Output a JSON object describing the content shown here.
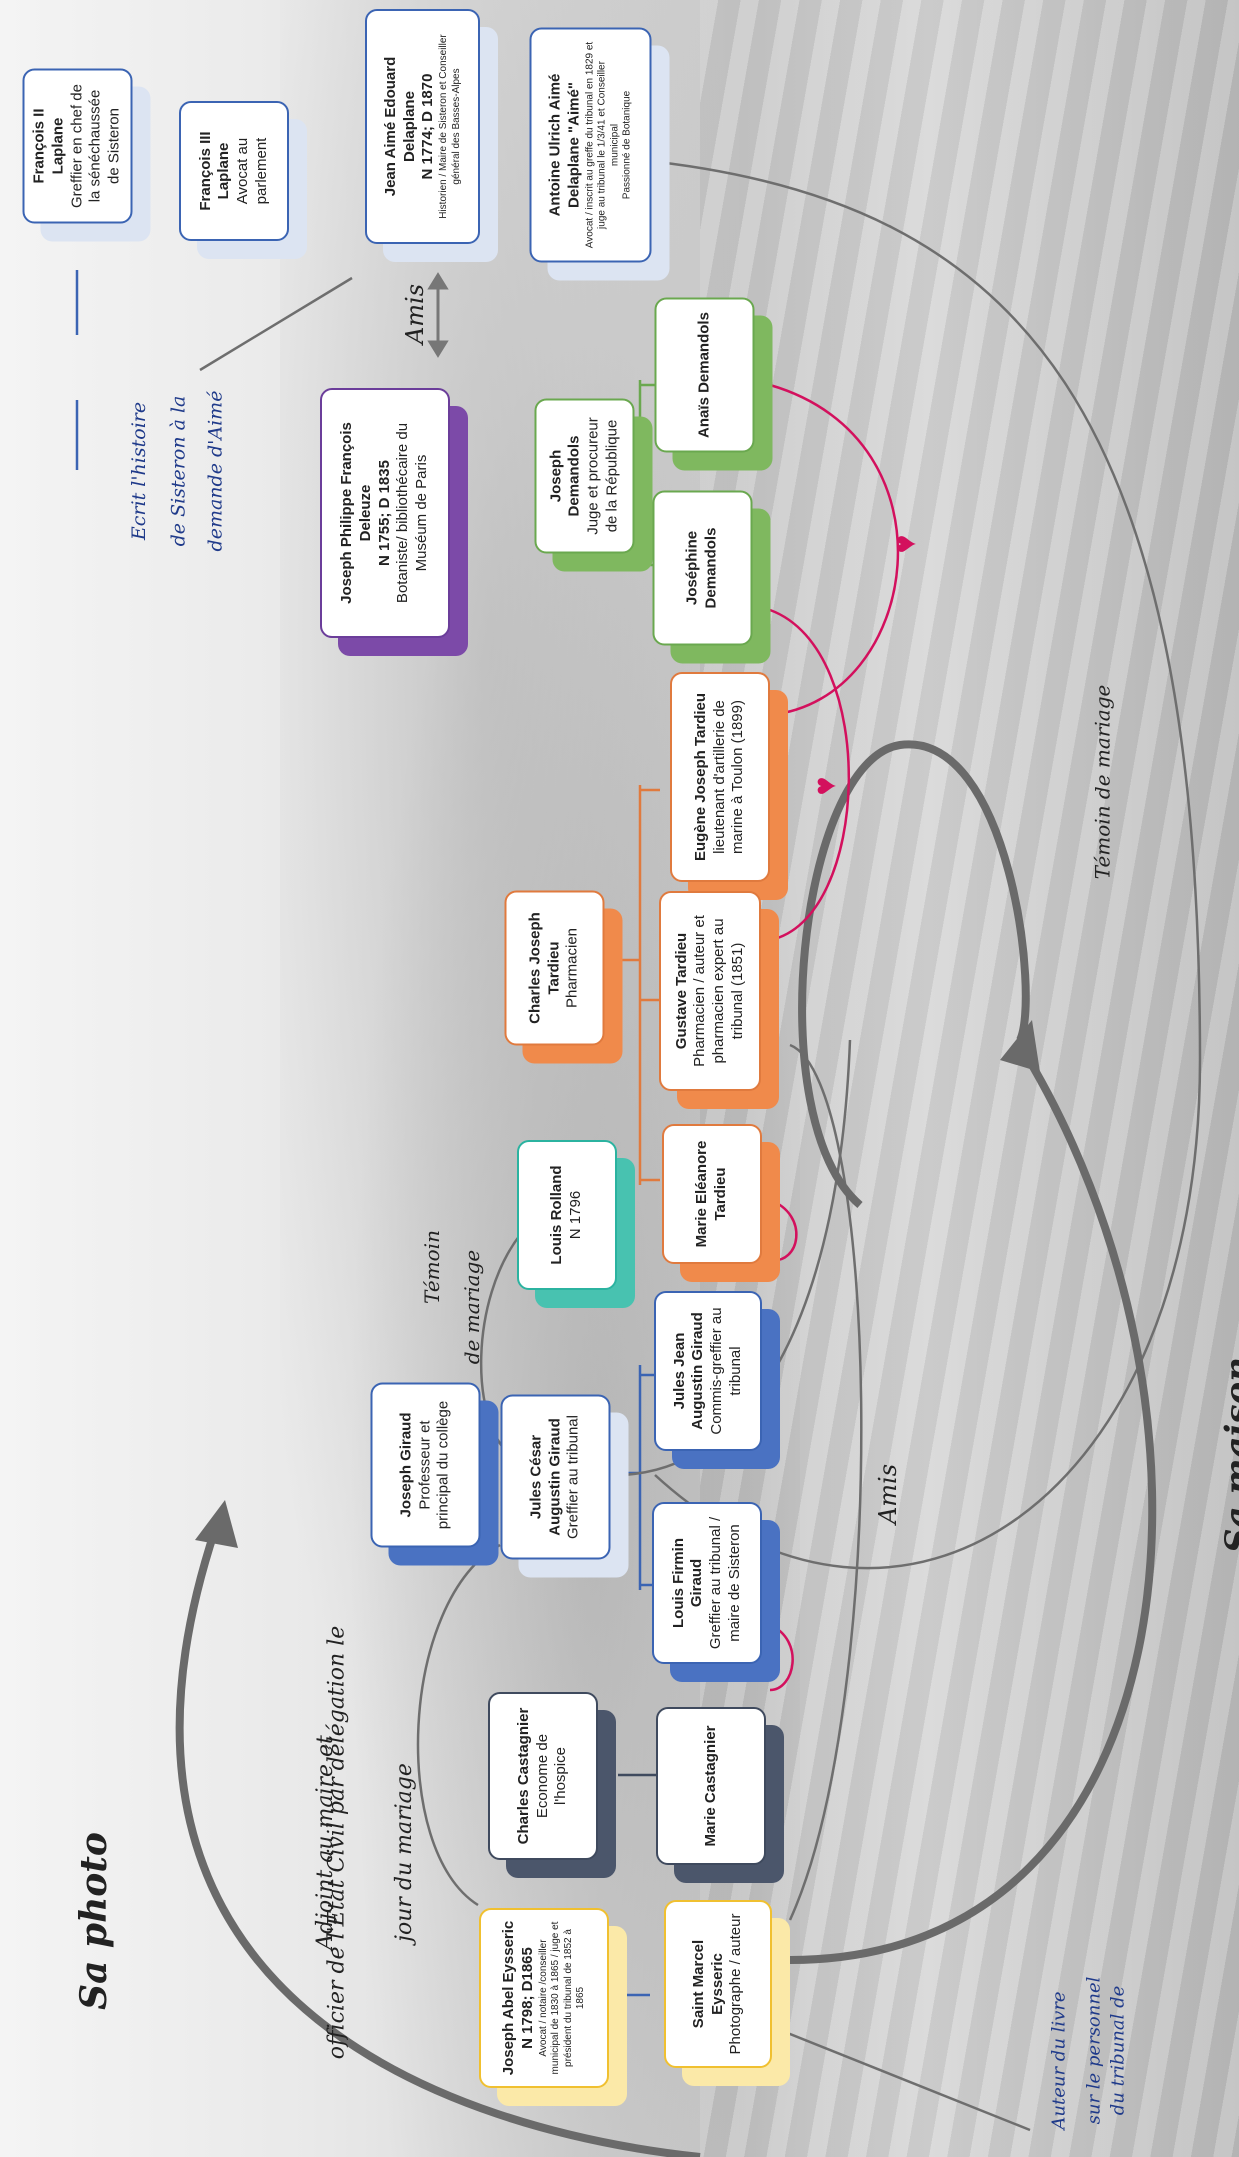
{
  "people": {
    "francois2": {
      "name": "François II Laplane",
      "desc": "Greffier en chef de la sénéchaussée de Sisteron"
    },
    "francois3": {
      "name": "François III Laplane",
      "desc": "Avocat au parlement"
    },
    "jean_aime": {
      "name": "Jean Aimé Edouard Delaplane",
      "dates": "N 1774; D 1870",
      "desc": "Historien / Maire de Sisteron et Conseiller général des Basses-Alpes"
    },
    "antoine": {
      "name": "Antoine Ulrich Aimé Delaplane \"Aimé\"",
      "desc": "Avocat / inscrit au greffe du tribunal en 1829 et juge au tribunal le 1/3/41 et Conseiller municipal",
      "extra": "Passionné de Botanique"
    },
    "deleuze": {
      "name": "Joseph Philippe François Deleuze",
      "dates": "N 1755; D 1835",
      "desc": "Botaniste/ bibliothécaire du Muséum de Paris"
    },
    "joseph_demandols": {
      "name": "Joseph Demandols",
      "desc": "Juge et procureur de la République"
    },
    "anais": {
      "name": "Anaïs Demandols"
    },
    "josephine": {
      "name": "Joséphine Demandols"
    },
    "eugene": {
      "name": "Eugène Joseph Tardieu",
      "desc": "lieutenant d'artillerie de marine à Toulon (1899)"
    },
    "charles_tardieu": {
      "name": "Charles Joseph Tardieu",
      "desc": "Pharmacien"
    },
    "gustave": {
      "name": "Gustave Tardieu",
      "desc": "Pharmacien / auteur et pharmacien expert au tribunal (1851)"
    },
    "marie_eleonore": {
      "name": "Marie Eléanore Tardieu"
    },
    "louis_rolland": {
      "name": "Louis Rolland",
      "dates": "N 1796"
    },
    "jules_jean": {
      "name": "Jules Jean Augustin Giraud",
      "desc": "Commis-greffier au tribunal"
    },
    "joseph_giraud": {
      "name": "Joseph Giraud",
      "desc": "Professeur et principal du collège"
    },
    "jules_cesar": {
      "name": "Jules César Augustin Giraud",
      "desc": "Greffier au tribunal"
    },
    "louis_firmin": {
      "name": "Louis Firmin Giraud",
      "desc": "Greffier au tribunal / maire de Sisteron"
    },
    "charles_castagnier": {
      "name": "Charles Castagnier",
      "desc": "Econome de l'hospice"
    },
    "marie_castagnier": {
      "name": "Marie Castagnier"
    },
    "joseph_abel": {
      "name": "Joseph Abel Eysseric",
      "dates": "N 1798; D1865",
      "desc": "Avocat / notaire /conseiller municipal de 1830 à 1865 / juge et président du tribunal de 1852 à 1865"
    },
    "saint_marcel": {
      "name": "Saint Marcel Eysseric",
      "desc": "Photographe / auteur"
    }
  },
  "annotations": {
    "amis_top": "Amis",
    "ecrit_1": "Ecrit l'histoire",
    "ecrit_2": "de Sisteron à la",
    "ecrit_3": "demande d'Aimé",
    "temoin_left_1": "Témoin",
    "temoin_left_2": "de mariage",
    "adjoint_1": "Adjoint au maire et",
    "adjoint_2": "officier de l'Etat Civil par délégation le",
    "adjoint_3": "jour du mariage",
    "sa_photo": "Sa photo",
    "amis_bottom": "Amis",
    "temoin_right": "Témoin de mariage",
    "sa_maison": "Sa maison",
    "auteur_1": "Auteur du livre",
    "auteur_2": "sur le personnel",
    "auteur_3": "du tribunal de"
  },
  "colors": {
    "blue": "#3b64b3",
    "purple": "#6b3d9a",
    "green": "#6aa84f",
    "orange": "#e07a3e",
    "teal": "#2bb3a0",
    "navy": "#3f4a5e",
    "gold": "#f0c030",
    "heart": "#d3105d"
  }
}
